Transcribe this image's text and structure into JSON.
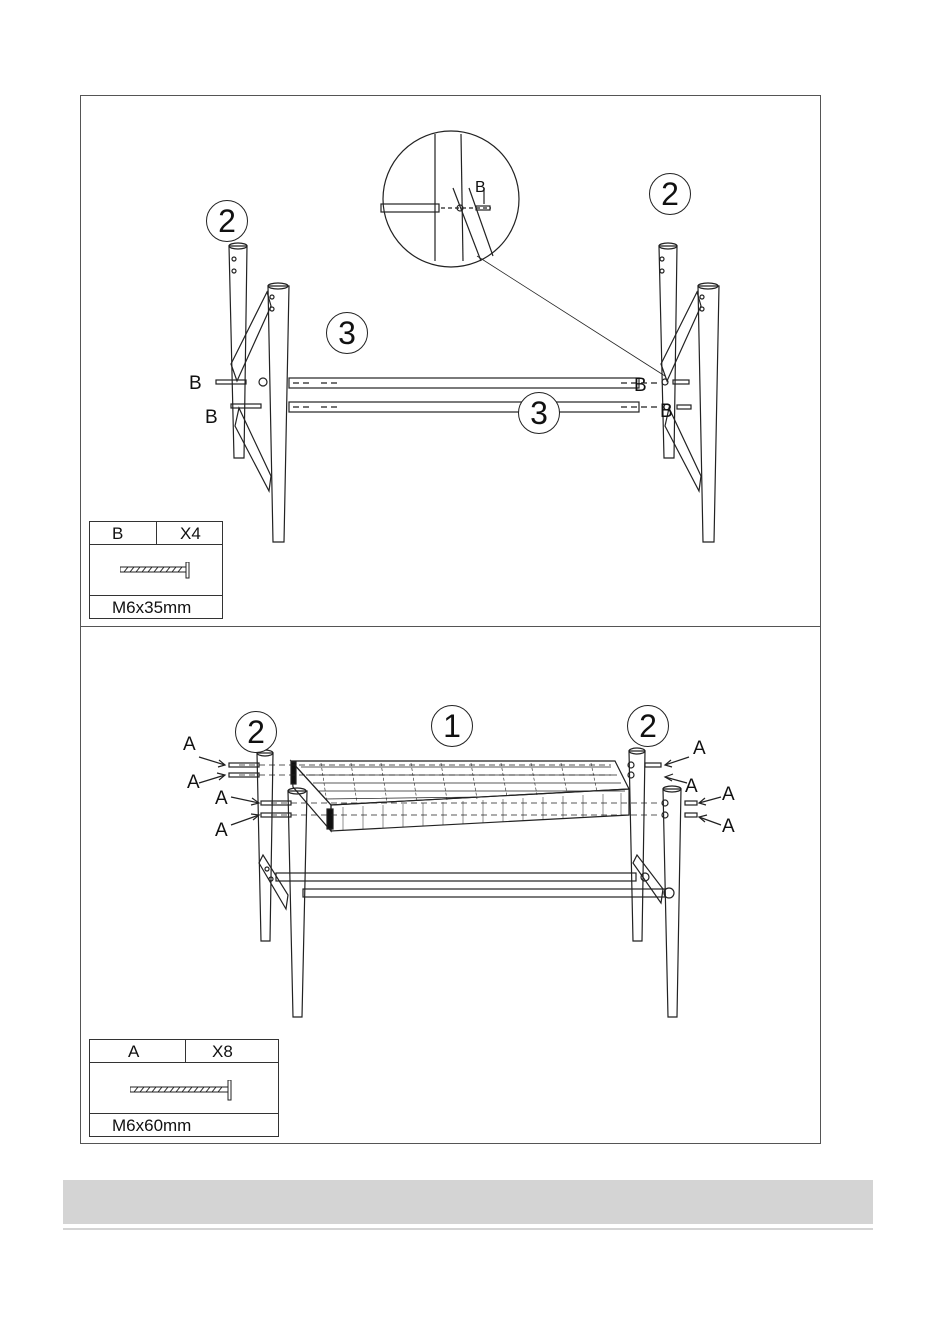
{
  "step1": {
    "part_labels": {
      "leg_left": "2",
      "leg_right": "2",
      "rail_upper": "3",
      "rail_lower": "3"
    },
    "screw_labels": [
      "B",
      "B",
      "B",
      "B",
      "B"
    ],
    "legend": {
      "code": "B",
      "qty": "X4",
      "size": "M6x35mm"
    }
  },
  "step2": {
    "part_labels": {
      "seat": "1",
      "leg_left": "2",
      "leg_right": "2"
    },
    "screw_labels": [
      "A",
      "A",
      "A",
      "A",
      "A",
      "A",
      "A",
      "A"
    ],
    "legend": {
      "code": "A",
      "qty": "X8",
      "size": "M6x60mm"
    }
  },
  "colors": {
    "line": "#222222",
    "footer_bar": "#d4d4d4"
  }
}
